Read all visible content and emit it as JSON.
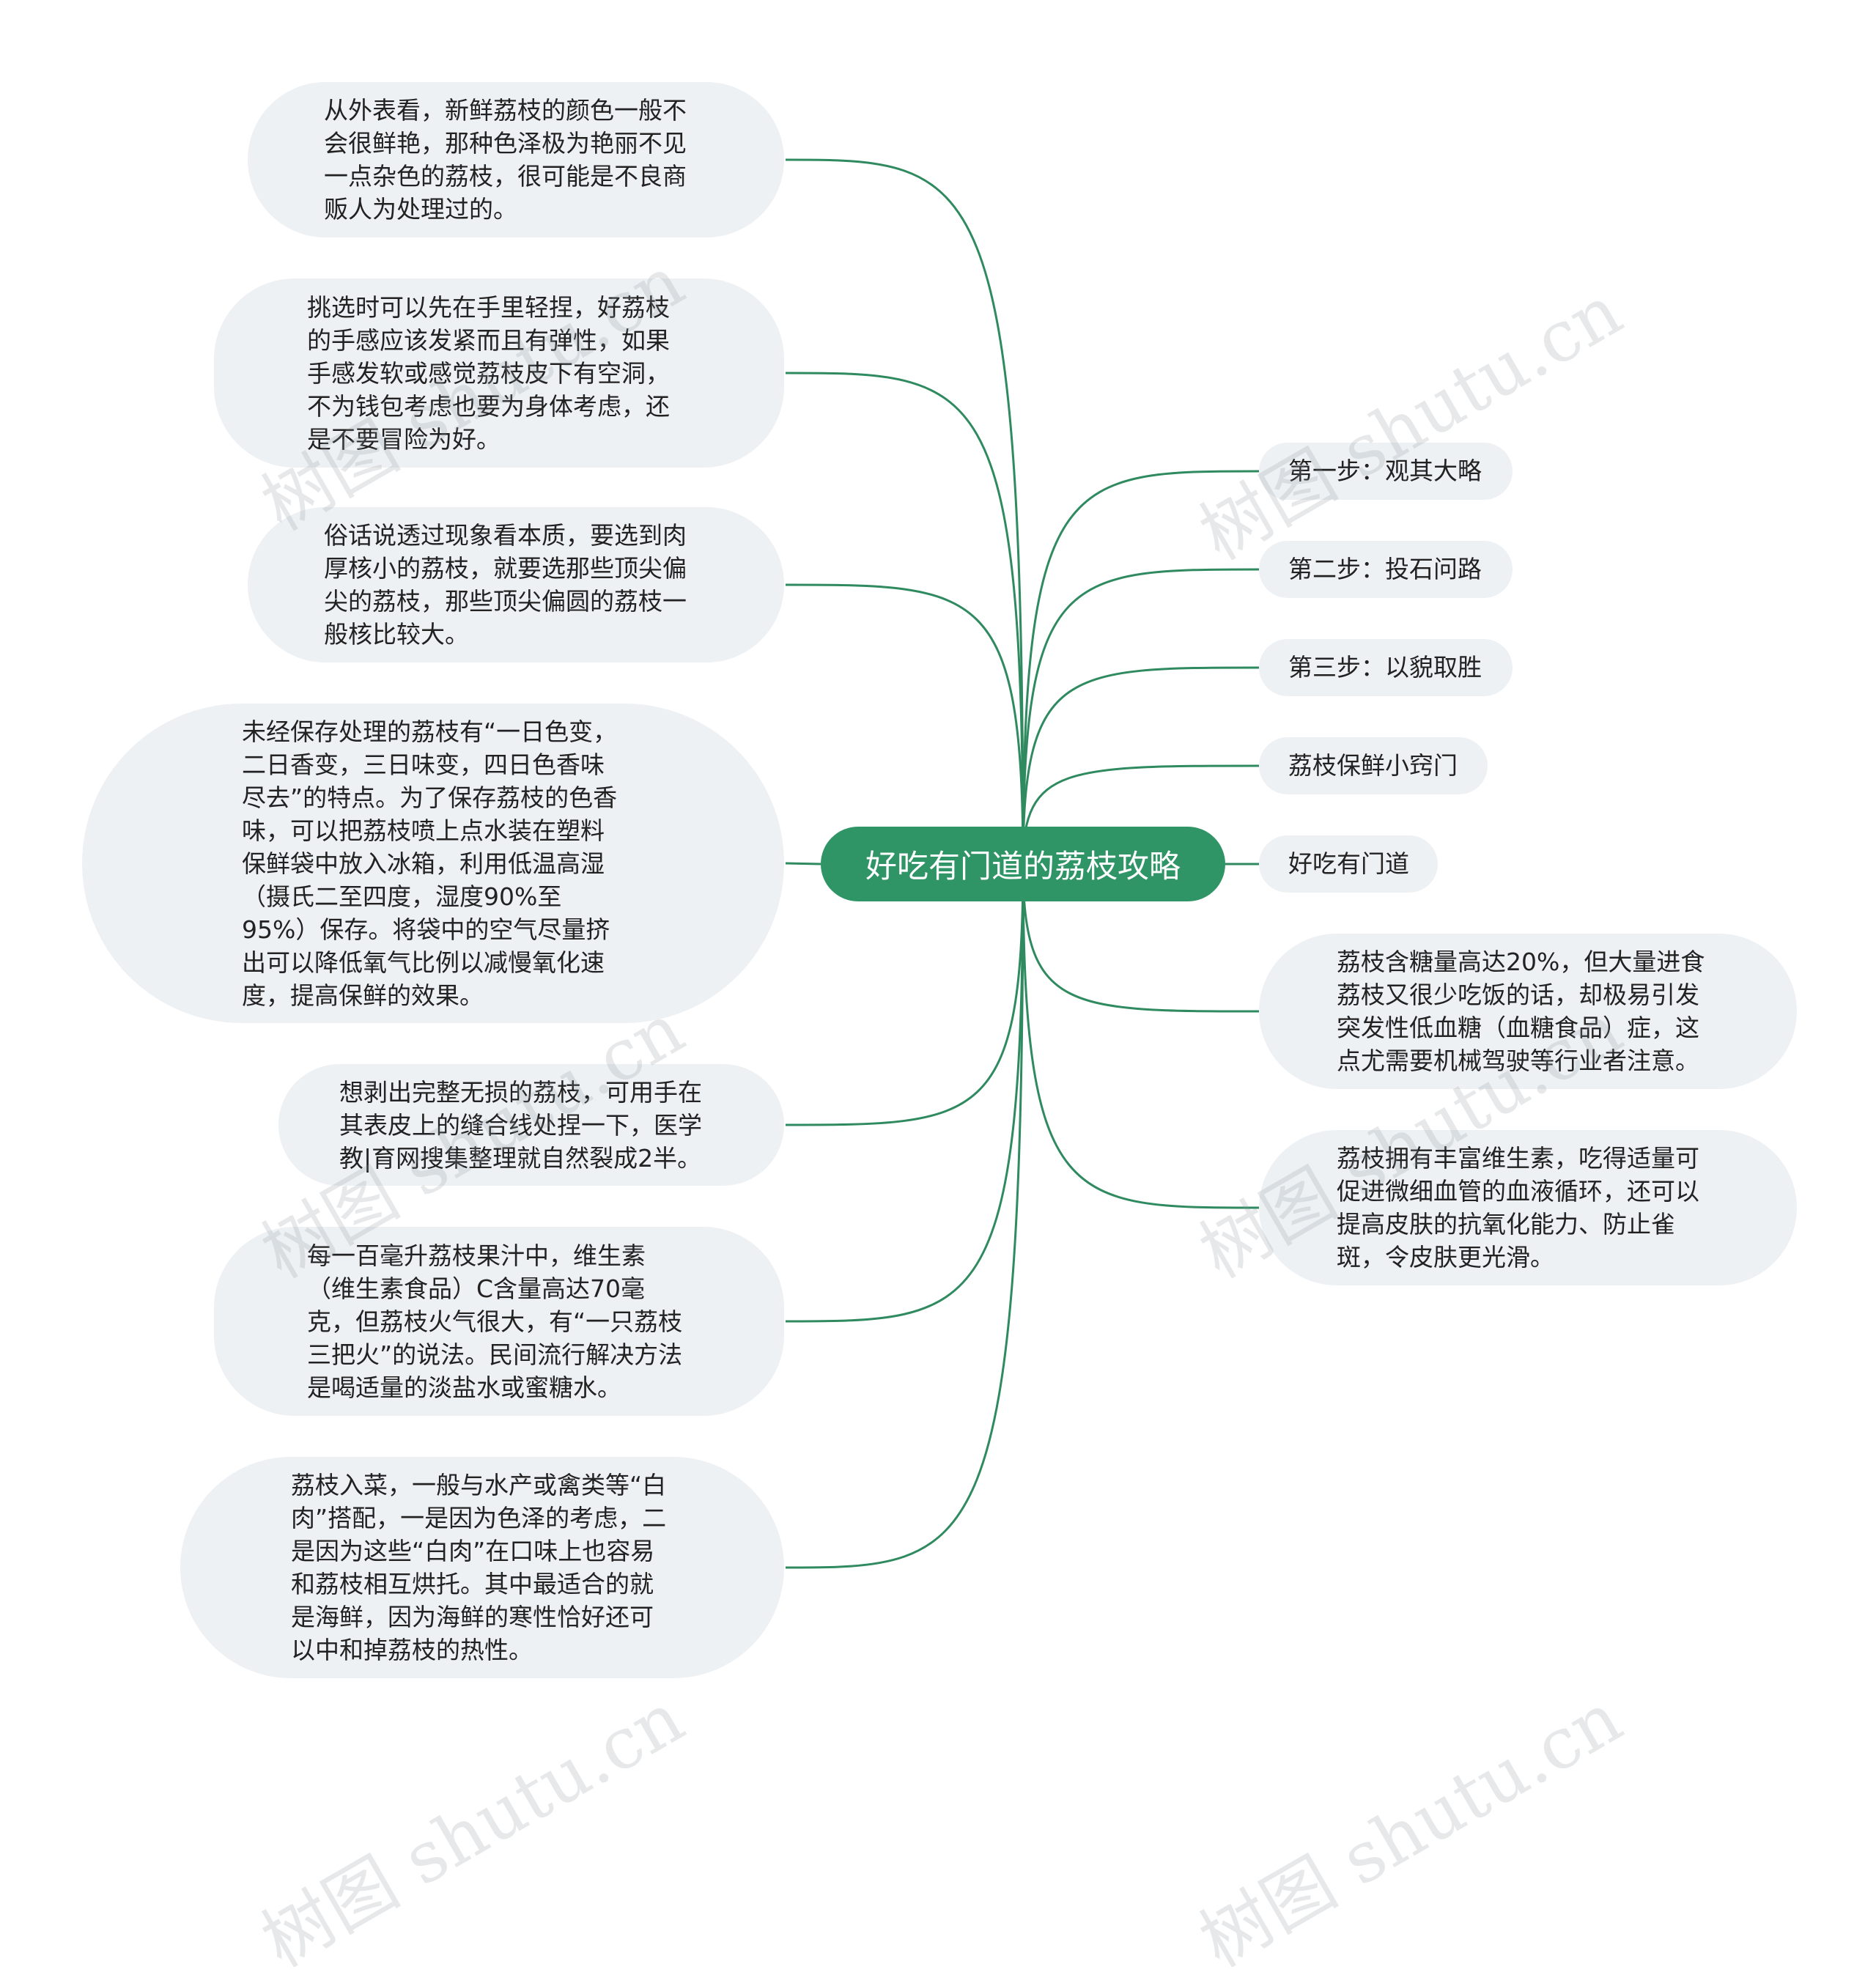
{
  "center": {
    "label": "好吃有门道的荔枝攻略"
  },
  "left_nodes": [
    {
      "text": "从外表看，新鲜荔枝的颜色一般不会很鲜艳，那种色泽极为艳丽不见一点杂色的荔枝，很可能是不良商贩人为处理过的。"
    },
    {
      "text": "挑选时可以先在手里轻捏，好荔枝的手感应该发紧而且有弹性，如果手感发软或感觉荔枝皮下有空洞，不为钱包考虑也要为身体考虑，还是不要冒险为好。"
    },
    {
      "text": "俗话说透过现象看本质，要选到肉厚核小的荔枝，就要选那些顶尖偏尖的荔枝，那些顶尖偏圆的荔枝一般核比较大。"
    },
    {
      "text": "未经保存处理的荔枝有“一日色变，二日香变，三日味变，四日色香味尽去”的特点。为了保存荔枝的色香味，可以把荔枝喷上点水装在塑料保鲜袋中放入冰箱，利用低温高湿（摄氏二至四度，湿度90%至95%）保存。将袋中的空气尽量挤出可以降低氧气比例以减慢氧化速度，提高保鲜的效果。"
    },
    {
      "text": "想剥出完整无损的荔枝，可用手在其表皮上的缝合线处捏一下，医学教|育网搜集整理就自然裂成2半。"
    },
    {
      "text": "每一百毫升荔枝果汁中，维生素（维生素食品）C含量高达70毫克，但荔枝火气很大，有“一只荔枝三把火”的说法。民间流行解决方法是喝适量的淡盐水或蜜糖水。"
    },
    {
      "text": "荔枝入菜，一般与水产或禽类等“白肉”搭配，一是因为色泽的考虑，二是因为这些“白肉”在口味上也容易和荔枝相互烘托。其中最适合的就是海鲜，因为海鲜的寒性恰好还可以中和掉荔枝的热性。"
    }
  ],
  "right_nodes": [
    {
      "text": "第一步：观其大略"
    },
    {
      "text": "第二步：投石问路"
    },
    {
      "text": "第三步：以貌取胜"
    },
    {
      "text": "荔枝保鲜小窍门"
    },
    {
      "text": "好吃有门道"
    },
    {
      "text": "荔枝含糖量高达20%，但大量进食荔枝又很少吃饭的话，却极易引发突发性低血糖（血糖食品）症，这点尤需要机械驾驶等行业者注意。"
    },
    {
      "text": "荔枝拥有丰富维生素，吃得适量可促进微细血管的血液循环，还可以提高皮肤的抗氧化能力、防止雀斑，令皮肤更光滑。"
    }
  ],
  "watermark": "树图 shutu.cn",
  "colors": {
    "link": "#2f8a60",
    "center_bg": "#2f9466",
    "node_bg": "#eef1f4"
  }
}
